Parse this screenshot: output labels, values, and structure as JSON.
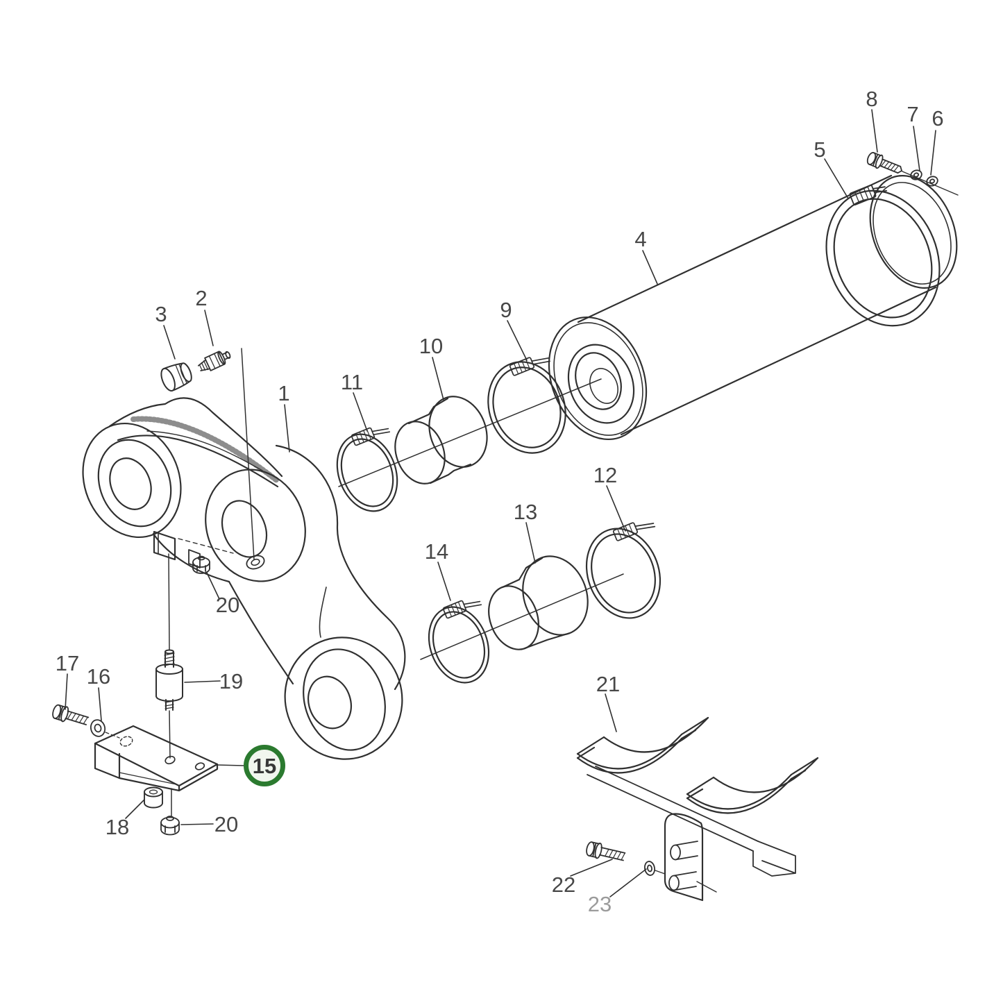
{
  "page": {
    "background": "#ffffff"
  },
  "diagram": {
    "type": "exploded-parts-drawing",
    "line_color": "#303030",
    "label_color": "#474747",
    "muted_label_color": "#9b9b9b",
    "labels": [
      {
        "key": "1",
        "text": "1"
      },
      {
        "key": "2",
        "text": "2"
      },
      {
        "key": "3",
        "text": "3"
      },
      {
        "key": "4",
        "text": "4"
      },
      {
        "key": "5",
        "text": "5"
      },
      {
        "key": "6",
        "text": "6"
      },
      {
        "key": "7",
        "text": "7"
      },
      {
        "key": "8",
        "text": "8"
      },
      {
        "key": "9",
        "text": "9"
      },
      {
        "key": "10",
        "text": "10"
      },
      {
        "key": "11",
        "text": "11"
      },
      {
        "key": "12",
        "text": "12"
      },
      {
        "key": "13",
        "text": "13"
      },
      {
        "key": "14",
        "text": "14"
      },
      {
        "key": "16",
        "text": "16"
      },
      {
        "key": "17",
        "text": "17"
      },
      {
        "key": "18",
        "text": "18"
      },
      {
        "key": "19",
        "text": "19"
      },
      {
        "key": "20-upper",
        "text": "20"
      },
      {
        "key": "20-lower",
        "text": "20"
      },
      {
        "key": "21",
        "text": "21"
      },
      {
        "key": "22",
        "text": "22"
      },
      {
        "key": "23",
        "text": "23",
        "muted": true
      }
    ],
    "callout": {
      "text": "15",
      "ring_color": "#2b7a2f",
      "fill_color": "#f1f6ee",
      "text_color": "#383838"
    }
  }
}
